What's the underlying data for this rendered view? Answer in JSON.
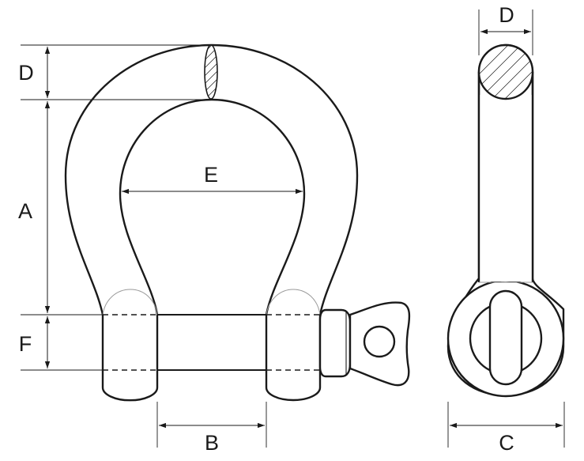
{
  "front_view": {
    "dimensions": {
      "D": "D",
      "A": "A",
      "E": "E",
      "F": "F",
      "B": "B"
    }
  },
  "side_view": {
    "dimensions": {
      "D": "D",
      "C": "C"
    }
  }
}
